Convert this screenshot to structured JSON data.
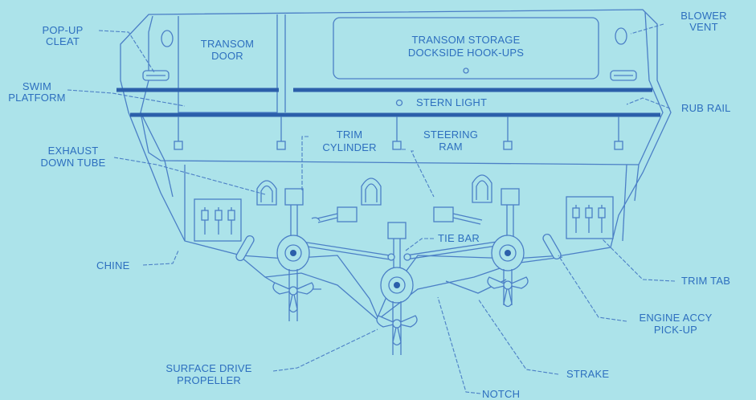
{
  "labels": {
    "popup_cleat_1": "POP-UP",
    "popup_cleat_2": "CLEAT",
    "transom_door_1": "TRANSOM",
    "transom_door_2": "DOOR",
    "transom_storage_1": "TRANSOM STORAGE",
    "transom_storage_2": "DOCKSIDE HOOK-UPS",
    "blower_vent_1": "BLOWER",
    "blower_vent_2": "VENT",
    "swim_platform_1": "SWIM",
    "swim_platform_2": "PLATFORM",
    "stern_light": "STERN LIGHT",
    "rub_rail": "RUB RAIL",
    "exhaust_1": "EXHAUST",
    "exhaust_2": "DOWN TUBE",
    "trim_cylinder_1": "TRIM",
    "trim_cylinder_2": "CYLINDER",
    "steering_ram_1": "STEERING",
    "steering_ram_2": "RAM",
    "tie_bar": "TIE BAR",
    "chine": "CHINE",
    "trim_tab": "TRIM TAB",
    "engine_accy_1": "ENGINE ACCY",
    "engine_accy_2": "PICK-UP",
    "surface_drive_1": "SURFACE DRIVE",
    "surface_drive_2": "PROPELLER",
    "strake": "STRAKE",
    "notch": "NOTCH"
  }
}
